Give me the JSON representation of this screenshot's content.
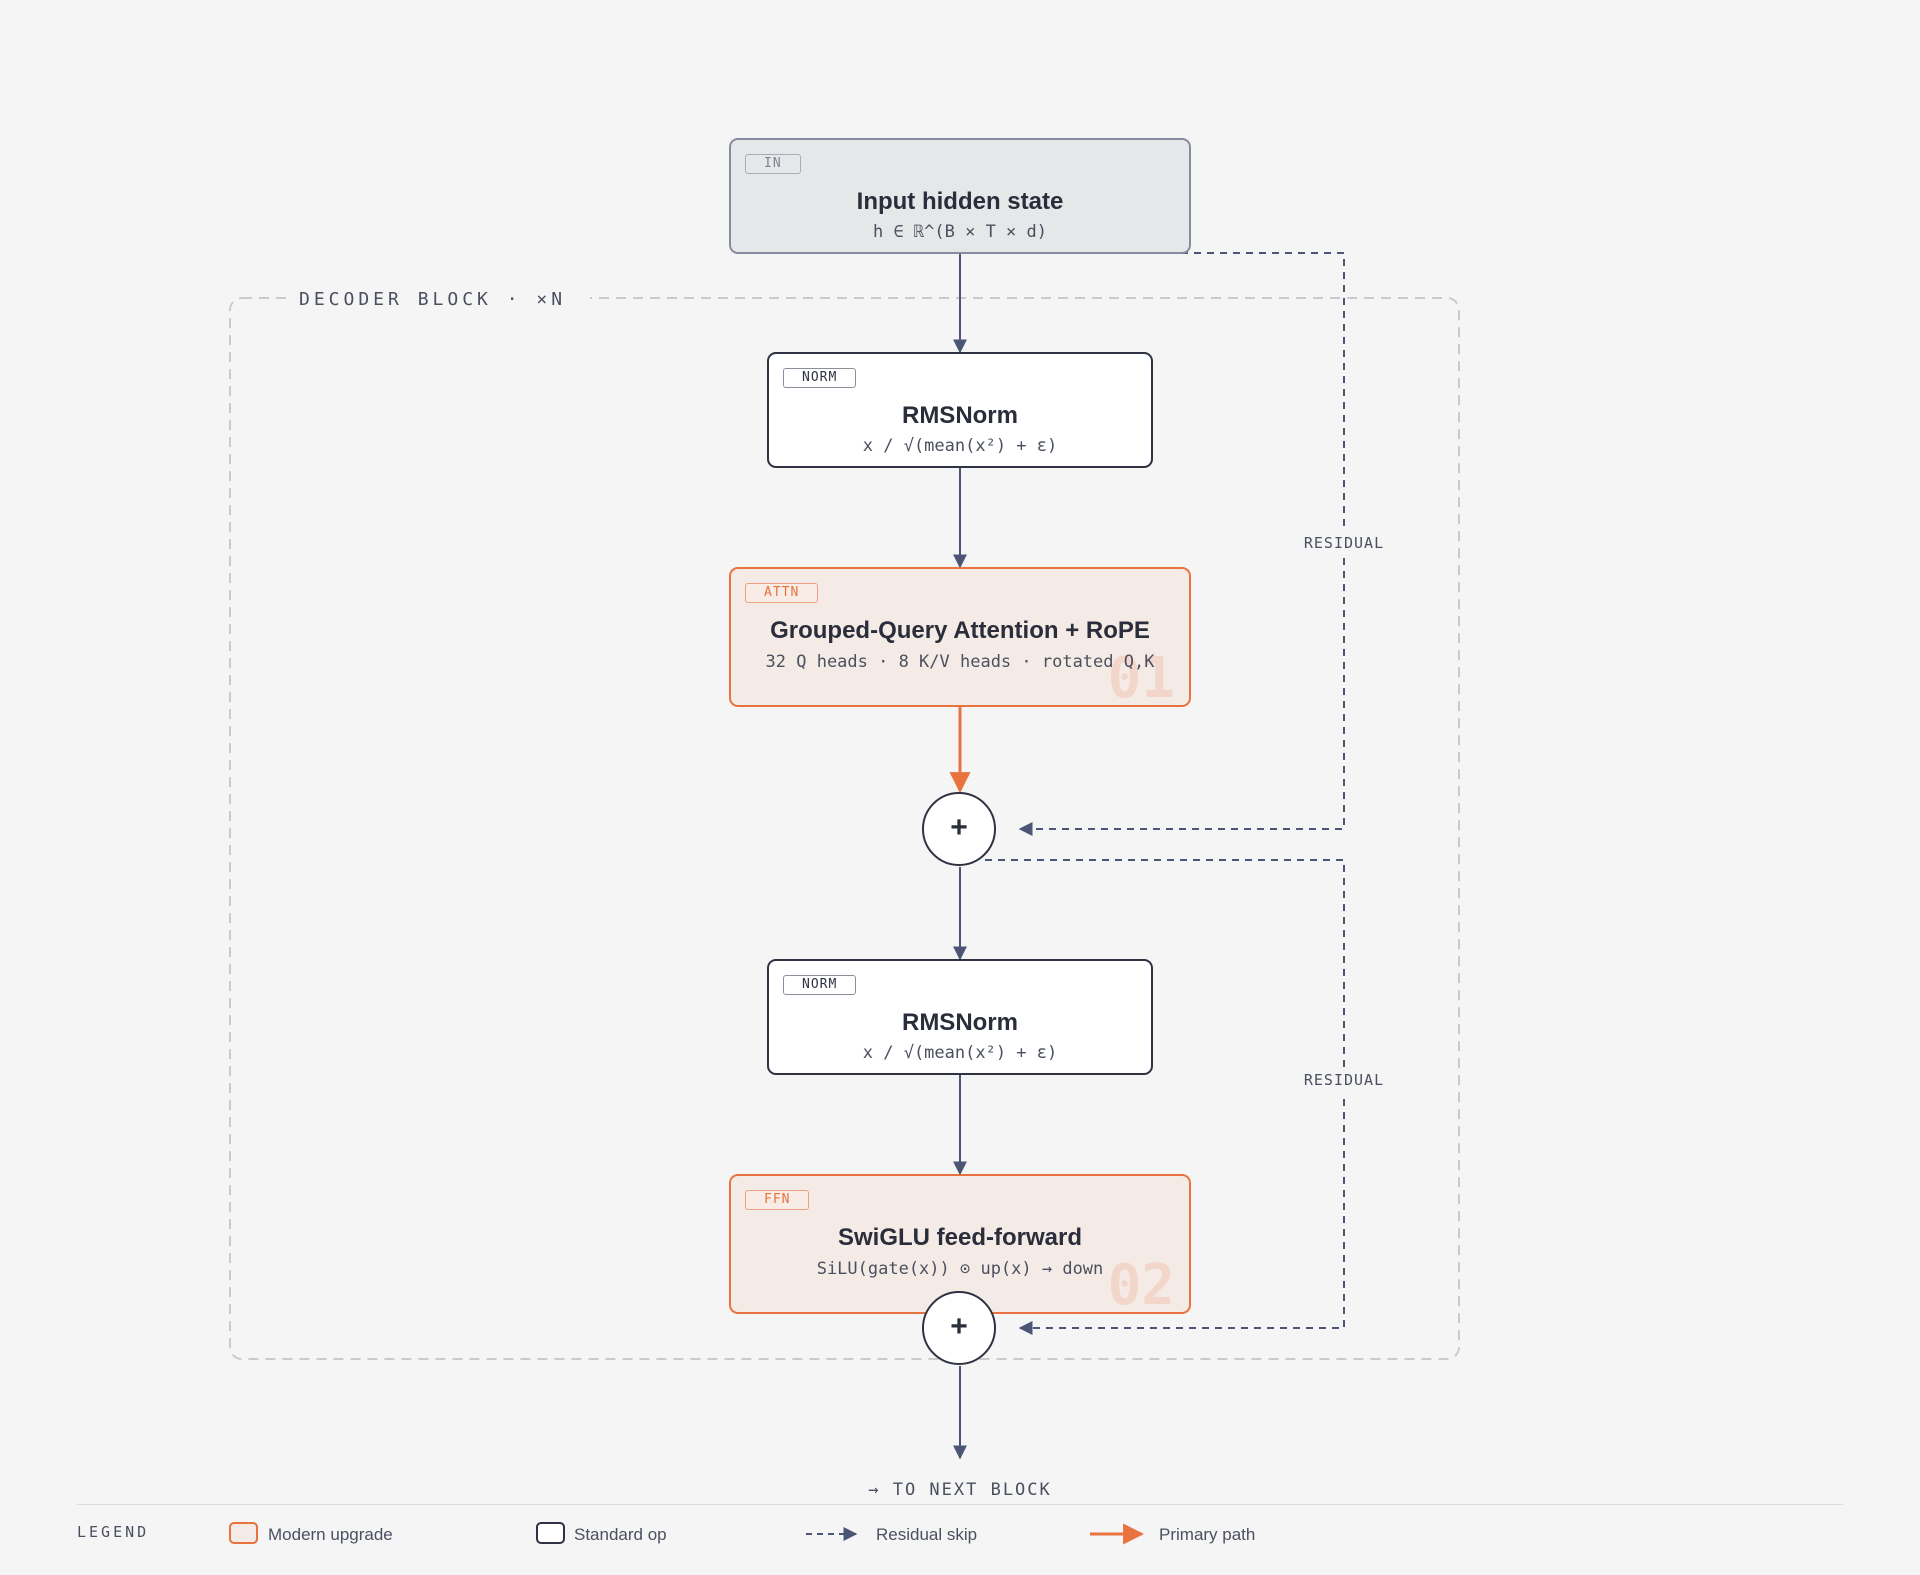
{
  "block_label": "DECODER BLOCK · ×N",
  "input_node": {
    "badge": "IN",
    "title": "Input hidden state",
    "formula": "h ∈ ℝ^(B × T × d)"
  },
  "norm1": {
    "badge": "NORM",
    "title": "RMSNorm",
    "formula": "x / √(mean(x²) + ε)"
  },
  "attention": {
    "badge": "ATTN",
    "title": "Grouped-Query Attention + RoPE",
    "formula": "32 Q heads · 8 K/V heads · rotated Q,K",
    "index": "01"
  },
  "sum1": {
    "symbol": "+"
  },
  "norm2": {
    "badge": "NORM",
    "title": "RMSNorm",
    "formula": "x / √(mean(x²) + ε)"
  },
  "ffn": {
    "badge": "FFN",
    "title": "SwiGLU feed-forward",
    "formula": "SiLU(gate(x)) ⊙ up(x) → down",
    "index": "02"
  },
  "sum2": {
    "symbol": "+"
  },
  "residual_labels": [
    "RESIDUAL",
    "RESIDUAL"
  ],
  "output_label": "→ TO NEXT BLOCK",
  "legend": {
    "title": "LEGEND",
    "items": [
      "Modern upgrade",
      "Standard op",
      "Residual skip",
      "Primary path"
    ]
  },
  "colors": {
    "accent": "#e8733f",
    "modern_fill": "#f5ebe6",
    "standard_border": "#2f3242",
    "edge": "#4b5676",
    "background": "#f5f5f5"
  }
}
